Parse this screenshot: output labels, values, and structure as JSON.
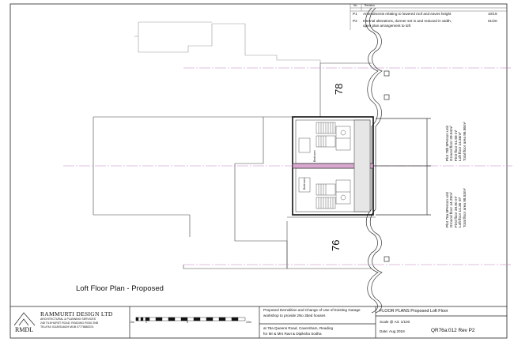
{
  "revision_table": {
    "headers": {
      "no": "No.",
      "revision": "Revision"
    },
    "rows": [
      {
        "rev": "P1",
        "description": "Amendments relating to lowered roof and eaves height",
        "date": "10/19"
      },
      {
        "rev": "P2",
        "description_line1": "Internal alterations, dormer set in and reduced in width,",
        "description_line2": "open plan arrangement to loft",
        "date": "01/20"
      }
    ]
  },
  "plan": {
    "title": "Loft Floor Plan - Proposed",
    "house_numbers": [
      "78",
      "76"
    ],
    "room_labels": [
      "Bedroom",
      "Bedroom"
    ],
    "plot_78": [
      "Plot 78b 5Person unit",
      "Ground floor 39.94m²",
      "First floor 51.58 m²",
      "Loft floor 14.36m²",
      "Total floor area 96.86m²"
    ],
    "plot_76": [
      "Plot 76a 5Person unit",
      "Ground floor 44.25m²",
      "First floor 39.90 m²",
      "Loft floor 14.36 m²",
      "Total floor area 98.53m²"
    ]
  },
  "scale_bar": {
    "labels": [
      "0m",
      "1",
      "5",
      "10m"
    ]
  },
  "title_block": {
    "company": "RAMMURTI DESIGN LTD",
    "company_sub": "ARCHITECTURAL & PLANNING SERVICES",
    "company_addr": "248 TILEHURST ROAD, READING RG30 2NB",
    "company_tel": "TEL/FAX 01189314629 MOB 07778883374",
    "logo_letters": "RMDL",
    "project_line1": "Proposed Demolition and Change of Use of Existing Garage",
    "project_line2": "workshop to provide 2No 3bed houses",
    "address_line1": "at 76a Queens Road, Caversham, Reading",
    "address_line2": "for Mr & Mrs Ravi & Dipiksha Sodha",
    "drawing_title": "FLOOR PLANS Proposed Loft Floor",
    "scale": "Scale @ A3: 1/100",
    "date": "Date: Aug 2018",
    "drawing_number": "QR76a:012  Rev P2"
  }
}
